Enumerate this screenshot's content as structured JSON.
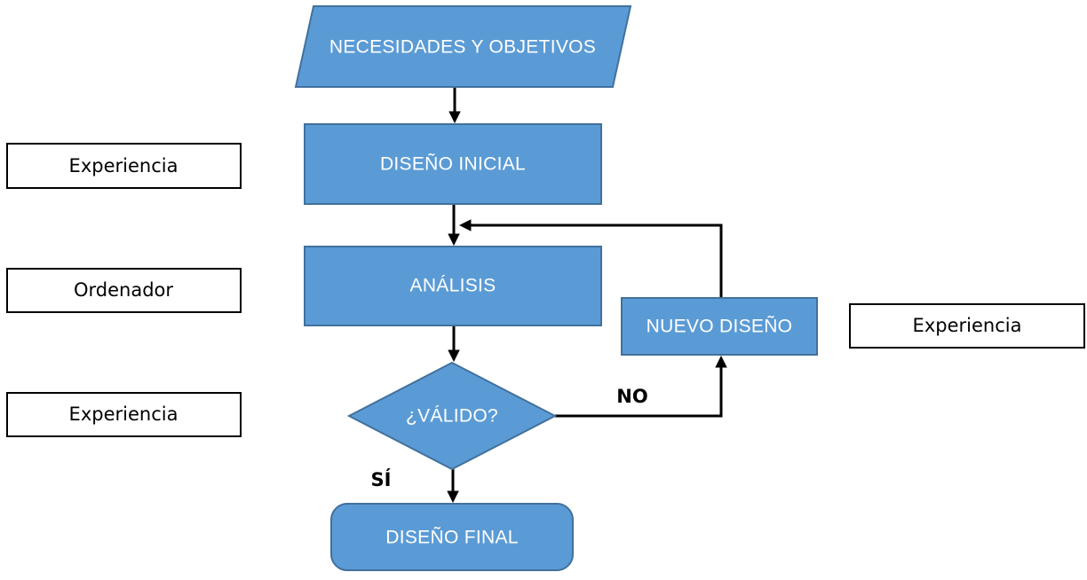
{
  "flowchart": {
    "colors": {
      "shape_fill": "#5B9BD5",
      "shape_border": "#41719C",
      "shape_text": "#FFFFFF",
      "label_fill": "#FFFFFF",
      "label_border": "#000000",
      "label_text": "#000000",
      "arrow": "#000000"
    },
    "nodes": {
      "necesidades": {
        "type": "parallelogram",
        "label": "NECESIDADES Y OBJETIVOS"
      },
      "diseno_inicial": {
        "type": "rect",
        "label": "DISEÑO INICIAL"
      },
      "analisis": {
        "type": "rect",
        "label": "ANÁLISIS"
      },
      "valido": {
        "type": "diamond",
        "label": "¿VÁLIDO?"
      },
      "nuevo_diseno": {
        "type": "rect",
        "label": "NUEVO DISEÑO"
      },
      "diseno_final": {
        "type": "rounded-rect",
        "label": "DISEÑO FINAL"
      }
    },
    "side_labels": {
      "left_top": "Experiencia",
      "left_middle": "Ordenador",
      "left_bottom": "Experiencia",
      "right": "Experiencia"
    },
    "edge_labels": {
      "no": "NO",
      "si": "SÍ"
    }
  }
}
